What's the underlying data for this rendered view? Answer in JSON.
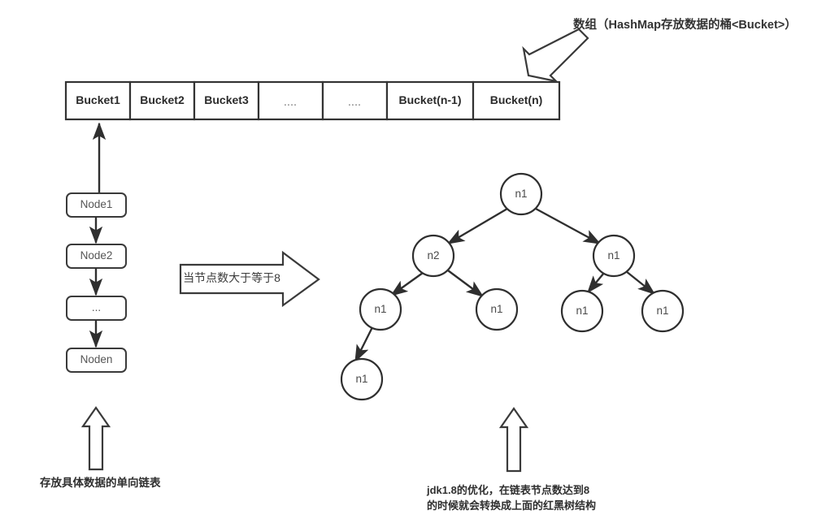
{
  "diagram": {
    "title_note": "数组（HashMap存放数据的桶<Bucket>）",
    "array": {
      "cells": [
        {
          "label": "Bucket1",
          "kind": "text"
        },
        {
          "label": "Bucket2",
          "kind": "text"
        },
        {
          "label": "Bucket3",
          "kind": "text"
        },
        {
          "label": "....",
          "kind": "dots"
        },
        {
          "label": "....",
          "kind": "dots"
        },
        {
          "label": "Bucket(n-1)",
          "kind": "text"
        },
        {
          "label": "Bucket(n)",
          "kind": "text"
        }
      ]
    },
    "linked_list": {
      "nodes": [
        {
          "label": "Node1"
        },
        {
          "label": "Node2"
        },
        {
          "label": "..."
        },
        {
          "label": "Noden"
        }
      ],
      "caption": "存放具体数据的单向链表"
    },
    "transition": {
      "arrow_label": "当节点数大于等于8"
    },
    "tree": {
      "nodes": [
        {
          "id": "root",
          "label": "n1"
        },
        {
          "id": "l1",
          "label": "n2"
        },
        {
          "id": "r1",
          "label": "n1"
        },
        {
          "id": "l2a",
          "label": "n1"
        },
        {
          "id": "l2b",
          "label": "n1"
        },
        {
          "id": "r2a",
          "label": "n1"
        },
        {
          "id": "r2b",
          "label": "n1"
        },
        {
          "id": "l3",
          "label": "n1"
        }
      ],
      "caption_line1": "jdk1.8的优化，在链表节点数达到8",
      "caption_line2": "的时候就会转换成上面的红黑树结构"
    },
    "colors": {
      "stroke": "#333333",
      "node_stroke": "#3a3a3a",
      "background": "#ffffff",
      "dots": "#8c8c8c"
    }
  }
}
